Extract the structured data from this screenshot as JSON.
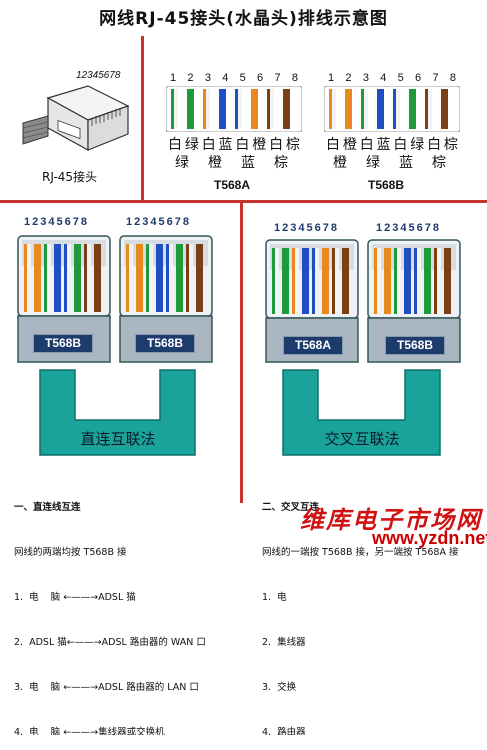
{
  "title": "网线RJ-45接头(水晶头)排线示意图",
  "plug": {
    "numbers": "12345678",
    "label": "RJ-45接头"
  },
  "t568a": {
    "label": "T568A",
    "numbers": [
      "1",
      "2",
      "3",
      "4",
      "5",
      "6",
      "7",
      "8"
    ],
    "names_top": [
      "白",
      "绿",
      "白",
      "蓝",
      "白",
      "橙",
      "白",
      "棕"
    ],
    "names_bottom": [
      "绿",
      "",
      "橙",
      "",
      "蓝",
      "",
      "棕",
      ""
    ]
  },
  "t568b": {
    "label": "T568B",
    "numbers": [
      "1",
      "2",
      "3",
      "4",
      "5",
      "6",
      "7",
      "8"
    ],
    "names_top": [
      "白",
      "橙",
      "白",
      "蓝",
      "白",
      "绿",
      "白",
      "棕"
    ],
    "names_bottom": [
      "橙",
      "",
      "绿",
      "",
      "蓝",
      "",
      "棕",
      ""
    ]
  },
  "straight": {
    "left_numbers": "12345678",
    "right_numbers": "12345678",
    "left_tag": "T568B",
    "right_tag": "T568B",
    "cable_label": "直连互联法"
  },
  "crossover": {
    "left_numbers": "12345678",
    "right_numbers": "12345678",
    "left_tag": "T568A",
    "right_tag": "T568B",
    "cable_label": "交叉互联法"
  },
  "notes_left": {
    "heading": "一、直连线互连",
    "line0": "网线的两端均按 T568B 接",
    "line1": "1.  电    脑 ←——→ADSL 猫",
    "line2": "2.  ADSL 猫←——→ADSL 路由器的 WAN 口",
    "line3": "3.  电    脑 ←——→ADSL 路由器的 LAN 口",
    "line4": "4.  电    脑 ←——→集线器或交换机"
  },
  "notes_right": {
    "heading": "二、交叉互连",
    "line0": "网线的一端按 T568B 接，另一端按 T568A 接",
    "line1": "1.  电",
    "line2": "2.  集线器",
    "line3": "3.  交换",
    "line4": "4.  路由器"
  },
  "watermark": {
    "cn": "维库电子市场网",
    "url": "www.yzdn.net"
  },
  "colors": {
    "divider": "#c7342b",
    "cable": "#1aa39a",
    "tag_bg": "#1d3b6c",
    "wire_white": "#f3f3f3",
    "wire_green": "#1f9a3b",
    "wire_orange": "#e8891f",
    "wire_blue": "#1f4fc2",
    "wire_brown": "#7a3f14"
  }
}
